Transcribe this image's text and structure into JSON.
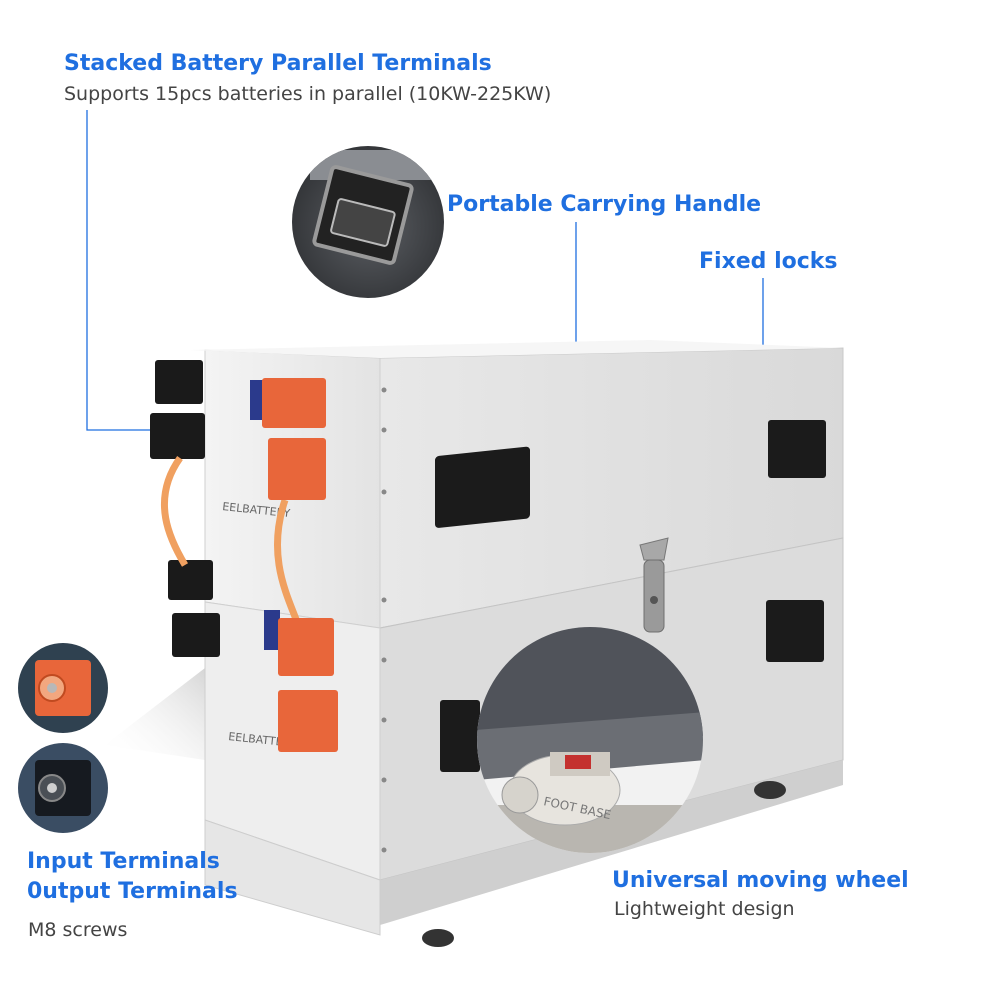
{
  "callouts": {
    "parallel": {
      "title": "Stacked Battery Parallel Terminals",
      "subtitle": "Supports 15pcs batteries in parallel (10KW-225KW)"
    },
    "handle": {
      "title": "Portable Carrying Handle"
    },
    "locks": {
      "title": "Fixed locks"
    },
    "terminals": {
      "title_line1": "Input Terminals",
      "title_line2": "0utput Terminals",
      "subtitle": "M8 screws"
    },
    "wheel": {
      "title": "Universal moving wheel",
      "subtitle": "Lightweight design"
    }
  },
  "product": {
    "brand_label": "EELBATTERY",
    "wheel_marking": "FOOT BASE"
  },
  "colors": {
    "accent": "#1f6fe0",
    "connector_orange": "#e8663a",
    "cable_orange": "#f0a060",
    "enclosure": "#ededed",
    "connector_black": "#1a1a1a"
  }
}
